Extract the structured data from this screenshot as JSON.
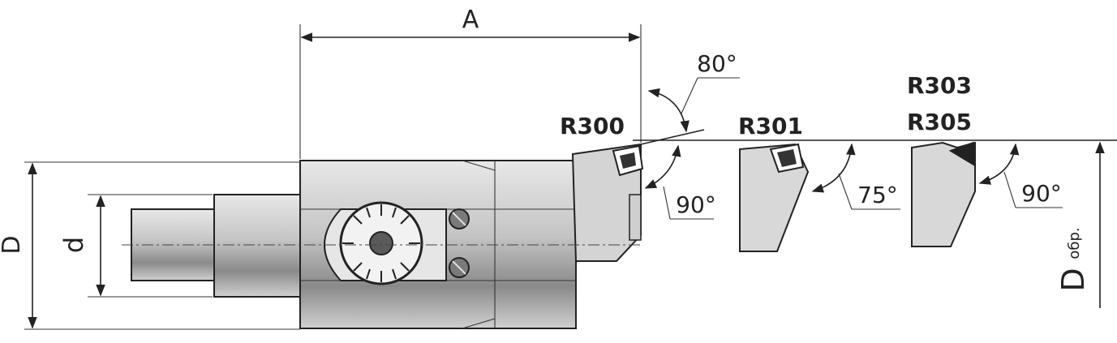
{
  "dimensions": {
    "overall_length": "A",
    "outer_diameter": "D",
    "shank_diameter": "d",
    "machined_diameter_main": "D",
    "machined_diameter_sub": "обр."
  },
  "cartridges": {
    "r300": {
      "code": "R300",
      "approach_angle": "90°",
      "insert_angle": "80°"
    },
    "r301": {
      "code": "R301",
      "approach_angle": "75°"
    },
    "r303_r305": {
      "codes": [
        "R303",
        "R305"
      ],
      "approach_angle": "90°"
    }
  }
}
